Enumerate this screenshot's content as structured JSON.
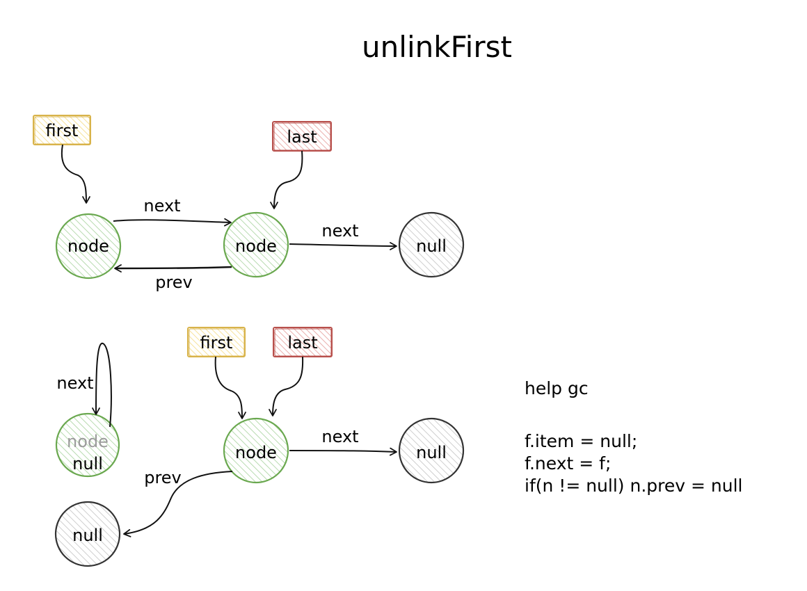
{
  "title": "unlinkFirst",
  "colors": {
    "node_stroke": "#6aa84f",
    "node_hatch": "#b8dbb0",
    "null_stroke": "#333333",
    "null_hatch": "#cfcfcf",
    "first_stroke": "#d8b34a",
    "first_fill": "#fff3c4",
    "last_stroke": "#b8504c",
    "last_fill": "#f6d3d2",
    "arrow": "#111111"
  },
  "top": {
    "first_label": "first",
    "last_label": "last",
    "node1_label": "node",
    "node2_label": "node",
    "null_label": "null",
    "next1_label": "next",
    "next2_label": "next",
    "prev_label": "prev"
  },
  "bottom": {
    "first_label": "first",
    "last_label": "last",
    "old_node_label": "node",
    "old_node_null_label": "null",
    "old_next_label": "next",
    "node_label": "node",
    "null_label": "null",
    "next_label": "next",
    "prev_label": "prev",
    "prev_null_label": "null"
  },
  "notes": {
    "heading": "help gc",
    "lines": [
      "f.item = null;",
      "f.next = f;",
      "if(n != null) n.prev = null"
    ]
  }
}
